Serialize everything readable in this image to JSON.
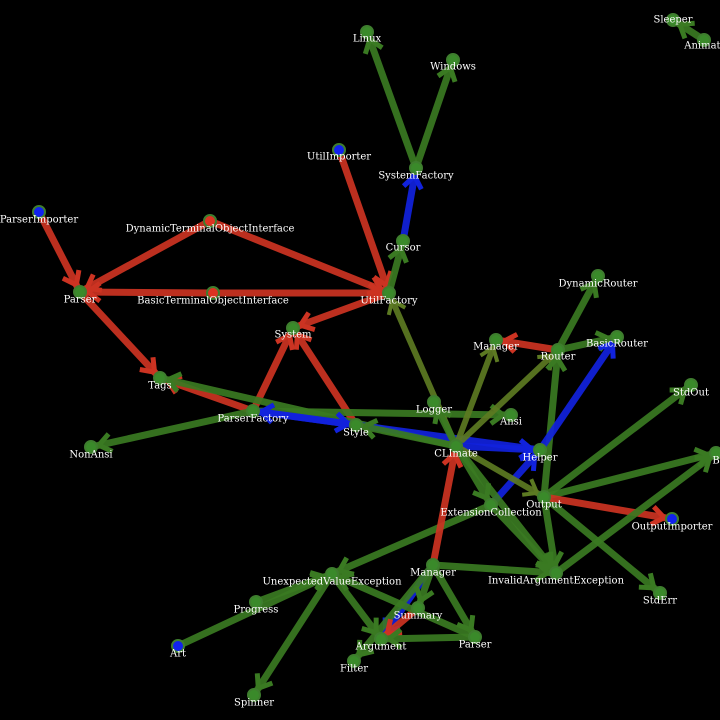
{
  "colors": {
    "background": "#000000",
    "label": "#ffffff",
    "node_stroke": "#3e7d2e",
    "edge_green": "#3a7a22",
    "edge_olive": "#5c7a22",
    "edge_red": "#cc3322",
    "edge_blue": "#1122dd",
    "node_green": "#3a8a2a",
    "node_blue": "#1122ee",
    "node_red": "#dd3322"
  },
  "nodes": [
    {
      "id": "Sleeper",
      "label": "Sleeper",
      "color": "green"
    },
    {
      "id": "Animati",
      "label": "Animati",
      "color": "green"
    },
    {
      "id": "Linux",
      "label": "Linux",
      "color": "green"
    },
    {
      "id": "Windows",
      "label": "Windows",
      "color": "green"
    },
    {
      "id": "UtilImporter",
      "label": "UtilImporter",
      "color": "blue"
    },
    {
      "id": "SystemFactory",
      "label": "SystemFactory",
      "color": "green"
    },
    {
      "id": "ParserImporter",
      "label": "ParserImporter",
      "color": "blue"
    },
    {
      "id": "DynamicTerminalObjectInterface",
      "label": "DynamicTerminalObjectInterface",
      "color": "red"
    },
    {
      "id": "Cursor",
      "label": "Cursor",
      "color": "green"
    },
    {
      "id": "DynamicRouter",
      "label": "DynamicRouter",
      "color": "green"
    },
    {
      "id": "Parser1",
      "label": "Parser",
      "color": "green"
    },
    {
      "id": "BasicTerminalObjectInterface",
      "label": "BasicTerminalObjectInterface",
      "color": "red"
    },
    {
      "id": "UtilFactory",
      "label": "UtilFactory",
      "color": "green"
    },
    {
      "id": "System",
      "label": "System",
      "color": "green"
    },
    {
      "id": "BasicRouter",
      "label": "BasicRouter",
      "color": "green"
    },
    {
      "id": "ManagerTop",
      "label": "Manager",
      "color": "green"
    },
    {
      "id": "Router",
      "label": "Router",
      "color": "green"
    },
    {
      "id": "Tags",
      "label": "Tags",
      "color": "green"
    },
    {
      "id": "StdOut",
      "label": "StdOut",
      "color": "green"
    },
    {
      "id": "Logger",
      "label": "Logger",
      "color": "green"
    },
    {
      "id": "ParserFactory",
      "label": "ParserFactory",
      "color": "green"
    },
    {
      "id": "Ansi",
      "label": "Ansi",
      "color": "green"
    },
    {
      "id": "Style",
      "label": "Style",
      "color": "green"
    },
    {
      "id": "CLImate",
      "label": "CLImate",
      "color": "green"
    },
    {
      "id": "NonAnsi",
      "label": "NonAnsi",
      "color": "green"
    },
    {
      "id": "Helper",
      "label": "Helper",
      "color": "green"
    },
    {
      "id": "B",
      "label": "B",
      "color": "green"
    },
    {
      "id": "Output",
      "label": "Output",
      "color": "green"
    },
    {
      "id": "ExtensionCollection",
      "label": "ExtensionCollection",
      "color": "green"
    },
    {
      "id": "OutputImporter",
      "label": "OutputImporter",
      "color": "blue"
    },
    {
      "id": "UnexpectedValueException",
      "label": "UnexpectedValueException",
      "color": "green"
    },
    {
      "id": "ManagerBottom",
      "label": "Manager",
      "color": "green"
    },
    {
      "id": "InvalidArgumentException",
      "label": "InvalidArgumentException",
      "color": "green"
    },
    {
      "id": "Progress",
      "label": "Progress",
      "color": "green"
    },
    {
      "id": "StdErr",
      "label": "StdErr",
      "color": "green"
    },
    {
      "id": "Summary",
      "label": "Summary",
      "color": "green"
    },
    {
      "id": "Art",
      "label": "Art",
      "color": "blue"
    },
    {
      "id": "Argument",
      "label": "Argument",
      "color": "green"
    },
    {
      "id": "Parser2",
      "label": "Parser",
      "color": "green"
    },
    {
      "id": "Filter",
      "label": "Filter",
      "color": "green"
    },
    {
      "id": "Spinner",
      "label": "Spinner",
      "color": "green"
    }
  ],
  "edges": [
    {
      "from": "Animati",
      "to": "Sleeper",
      "color": "green"
    },
    {
      "from": "SystemFactory",
      "to": "Linux",
      "color": "green"
    },
    {
      "from": "SystemFactory",
      "to": "Windows",
      "color": "green"
    },
    {
      "from": "Cursor",
      "to": "SystemFactory",
      "color": "blue"
    },
    {
      "from": "UtilImporter",
      "to": "UtilFactory",
      "color": "red"
    },
    {
      "from": "ParserImporter",
      "to": "Parser1",
      "color": "red"
    },
    {
      "from": "DynamicTerminalObjectInterface",
      "to": "Parser1",
      "color": "red"
    },
    {
      "from": "DynamicTerminalObjectInterface",
      "to": "UtilFactory",
      "color": "red"
    },
    {
      "from": "BasicTerminalObjectInterface",
      "to": "Parser1",
      "color": "red"
    },
    {
      "from": "BasicTerminalObjectInterface",
      "to": "UtilFactory",
      "color": "red"
    },
    {
      "from": "UtilFactory",
      "to": "Cursor",
      "color": "green"
    },
    {
      "from": "UtilFactory",
      "to": "System",
      "color": "red"
    },
    {
      "from": "Parser1",
      "to": "Tags",
      "color": "red"
    },
    {
      "from": "ParserFactory",
      "to": "System",
      "color": "red"
    },
    {
      "from": "Style",
      "to": "System",
      "color": "red"
    },
    {
      "from": "ParserFactory",
      "to": "Tags",
      "color": "red"
    },
    {
      "from": "CLImate",
      "to": "Tags",
      "color": "green"
    },
    {
      "from": "ParserFactory",
      "to": "NonAnsi",
      "color": "green"
    },
    {
      "from": "ParserFactory",
      "to": "Ansi",
      "color": "green"
    },
    {
      "from": "ParserFactory",
      "to": "Style",
      "color": "blue"
    },
    {
      "from": "Helper",
      "to": "ParserFactory",
      "color": "blue"
    },
    {
      "from": "CLImate",
      "to": "UtilFactory",
      "color": "olive"
    },
    {
      "from": "CLImate",
      "to": "Style",
      "color": "green"
    },
    {
      "from": "CLImate",
      "to": "Logger",
      "color": "green"
    },
    {
      "from": "Router",
      "to": "ManagerTop",
      "color": "red"
    },
    {
      "from": "Router",
      "to": "DynamicRouter",
      "color": "green"
    },
    {
      "from": "Router",
      "to": "BasicRouter",
      "color": "green"
    },
    {
      "from": "CLImate",
      "to": "ManagerTop",
      "color": "olive"
    },
    {
      "from": "CLImate",
      "to": "Router",
      "color": "olive"
    },
    {
      "from": "Output",
      "to": "Router",
      "color": "green"
    },
    {
      "from": "Helper",
      "to": "BasicRouter",
      "color": "blue"
    },
    {
      "from": "CLImate",
      "to": "Helper",
      "color": "blue"
    },
    {
      "from": "Output",
      "to": "StdOut",
      "color": "green"
    },
    {
      "from": "Output",
      "to": "B",
      "color": "green"
    },
    {
      "from": "Output",
      "to": "StdErr",
      "color": "green"
    },
    {
      "from": "Output",
      "to": "OutputImporter",
      "color": "red"
    },
    {
      "from": "ExtensionCollection",
      "to": "Helper",
      "color": "blue"
    },
    {
      "from": "CLImate",
      "to": "Output",
      "color": "olive"
    },
    {
      "from": "CLImate",
      "to": "ExtensionCollection",
      "color": "green"
    },
    {
      "from": "CLImate",
      "to": "InvalidArgumentException",
      "color": "green"
    },
    {
      "from": "ExtensionCollection",
      "to": "UnexpectedValueException",
      "color": "green"
    },
    {
      "from": "ExtensionCollection",
      "to": "InvalidArgumentException",
      "color": "green"
    },
    {
      "from": "Output",
      "to": "InvalidArgumentException",
      "color": "green"
    },
    {
      "from": "ManagerBottom",
      "to": "InvalidArgumentException",
      "color": "green"
    },
    {
      "from": "Art",
      "to": "UnexpectedValueException",
      "color": "green"
    },
    {
      "from": "Progress",
      "to": "UnexpectedValueException",
      "color": "green"
    },
    {
      "from": "ManagerBottom",
      "to": "CLImate",
      "color": "red"
    },
    {
      "from": "ManagerBottom",
      "to": "Argument",
      "color": "blue"
    },
    {
      "from": "ManagerBottom",
      "to": "Summary",
      "color": "green"
    },
    {
      "from": "ManagerBottom",
      "to": "Parser2",
      "color": "green"
    },
    {
      "from": "ManagerBottom",
      "to": "Filter",
      "color": "green"
    },
    {
      "from": "Summary",
      "to": "Argument",
      "color": "red"
    },
    {
      "from": "Parser2",
      "to": "Argument",
      "color": "green"
    },
    {
      "from": "UnexpectedValueException",
      "to": "Argument",
      "color": "green"
    },
    {
      "from": "UnexpectedValueException",
      "to": "Spinner",
      "color": "green"
    },
    {
      "from": "Parser2",
      "to": "UnexpectedValueException",
      "color": "green"
    },
    {
      "from": "InvalidArgumentException",
      "to": "B",
      "color": "green"
    }
  ]
}
